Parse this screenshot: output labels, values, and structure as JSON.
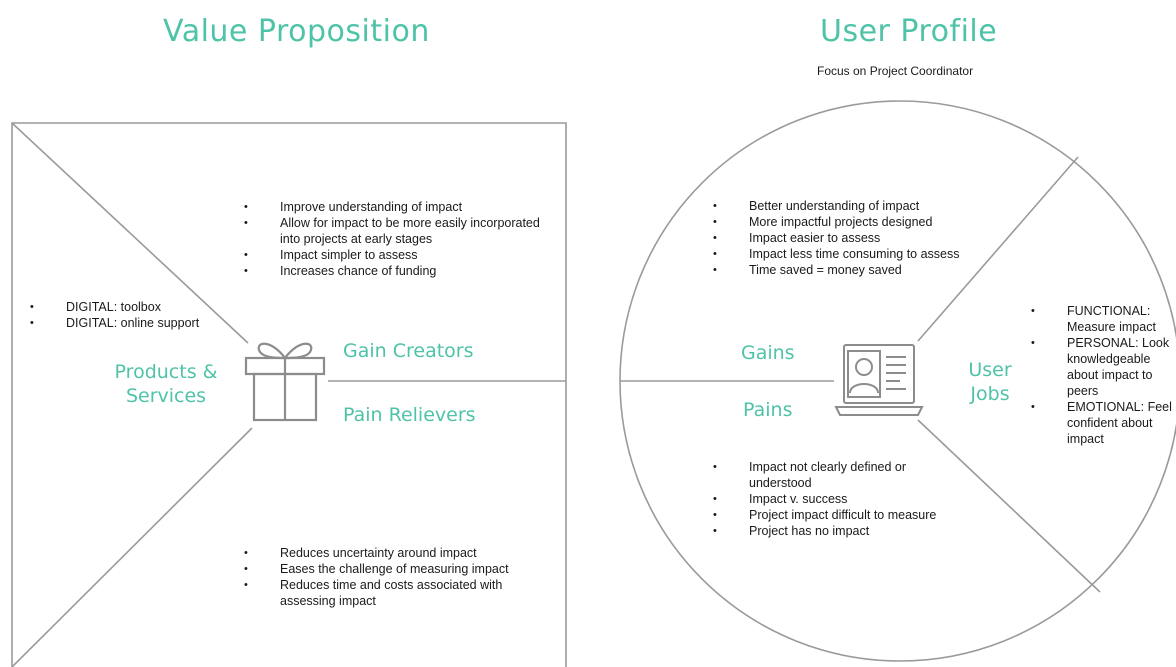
{
  "value_proposition": {
    "title": "Value Proposition",
    "labels": {
      "gain_creators": "Gain Creators",
      "pain_relievers": "Pain Relievers",
      "products_line1": "Products &",
      "products_line2": "Services"
    },
    "gain_creators_items": [
      "Improve understanding of impact",
      "Allow for impact to be more easily incorporated into projects at early stages",
      "Impact simpler to assess",
      "Increases chance of funding"
    ],
    "products_items": [
      "DIGITAL: toolbox",
      "DIGITAL: online support"
    ],
    "pain_relievers_items": [
      "Reduces uncertainty around impact",
      "Eases the challenge of measuring impact",
      "Reduces time and costs associated with assessing impact"
    ],
    "icon": "gift-icon"
  },
  "user_profile": {
    "title": "User Profile",
    "subtitle": "Focus on Project Coordinator",
    "labels": {
      "gains": "Gains",
      "pains": "Pains",
      "jobs_line1": "User",
      "jobs_line2": "Jobs"
    },
    "gains_items": [
      "Better understanding of impact",
      "More impactful projects designed",
      "Impact easier to assess",
      "Impact less time consuming to assess",
      "Time saved = money saved"
    ],
    "pains_items": [
      "Impact not clearly defined or understood",
      "Impact v. success",
      "Project impact difficult to measure",
      "Project has no impact"
    ],
    "jobs_items": [
      "FUNCTIONAL: Measure impact",
      "PERSONAL: Look knowledgeable about impact to peers",
      "EMOTIONAL: Feel confident about impact"
    ],
    "icon": "laptop-user-icon"
  },
  "colors": {
    "accent": "#4fc3a8",
    "line": "#8c8c8c",
    "text": "#1a1a1a"
  }
}
